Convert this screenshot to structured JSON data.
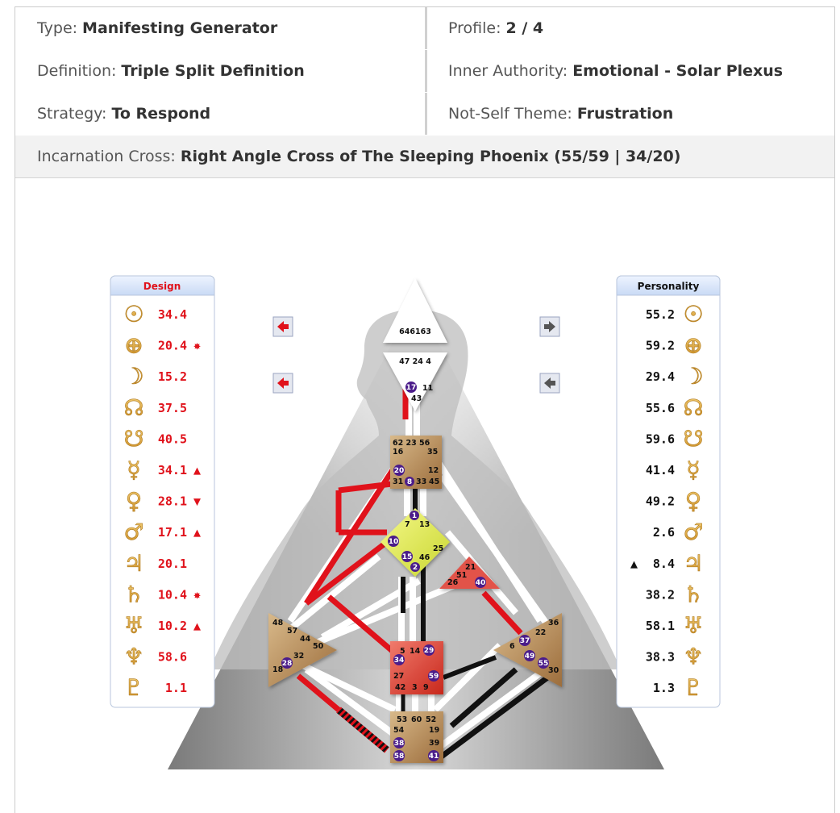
{
  "summary": {
    "type": {
      "label": "Type:",
      "value": "Manifesting Generator"
    },
    "profile": {
      "label": "Profile:",
      "value": "2 / 4"
    },
    "definition": {
      "label": "Definition:",
      "value": "Triple Split Definition"
    },
    "authority": {
      "label": "Inner Authority:",
      "value": "Emotional - Solar Plexus"
    },
    "strategy": {
      "label": "Strategy:",
      "value": "To Respond"
    },
    "not_self": {
      "label": "Not-Self Theme:",
      "value": "Frustration"
    },
    "cross": {
      "label": "Incarnation Cross:",
      "value": "Right Angle Cross of The Sleeping Phoenix (55/59 | 34/20)"
    }
  },
  "colors": {
    "design": "#e0121b",
    "personality": "#111111",
    "planet_glyph": "#d9a23c",
    "channel_red": "#e0121b",
    "center_defined": "#b98a55",
    "throat_g": "#e8f05a",
    "heart": "#e2524a",
    "sacral": "#e04a3c"
  },
  "design_panel": {
    "title": "Design",
    "rows": [
      {
        "icon": "sun-icon",
        "value": "34.4",
        "mark": ""
      },
      {
        "icon": "earth-icon",
        "value": "20.4",
        "mark": "✸"
      },
      {
        "icon": "moon-icon",
        "value": "15.2",
        "mark": ""
      },
      {
        "icon": "north-node-icon",
        "value": "37.5",
        "mark": ""
      },
      {
        "icon": "south-node-icon",
        "value": "40.5",
        "mark": ""
      },
      {
        "icon": "mercury-icon",
        "value": "34.1",
        "mark": "▲"
      },
      {
        "icon": "venus-icon",
        "value": "28.1",
        "mark": "▼"
      },
      {
        "icon": "mars-icon",
        "value": "17.1",
        "mark": "▲"
      },
      {
        "icon": "jupiter-icon",
        "value": "20.1",
        "mark": ""
      },
      {
        "icon": "saturn-icon",
        "value": "10.4",
        "mark": "✸"
      },
      {
        "icon": "uranus-icon",
        "value": "10.2",
        "mark": "▲"
      },
      {
        "icon": "neptune-icon",
        "value": "58.6",
        "mark": ""
      },
      {
        "icon": "pluto-icon",
        "value": "1.1",
        "mark": ""
      }
    ]
  },
  "personality_panel": {
    "title": "Personality",
    "rows": [
      {
        "icon": "sun-icon",
        "value": "55.2",
        "mark": ""
      },
      {
        "icon": "earth-icon",
        "value": "59.2",
        "mark": ""
      },
      {
        "icon": "moon-icon",
        "value": "29.4",
        "mark": ""
      },
      {
        "icon": "north-node-icon",
        "value": "55.6",
        "mark": ""
      },
      {
        "icon": "south-node-icon",
        "value": "59.6",
        "mark": ""
      },
      {
        "icon": "mercury-icon",
        "value": "41.4",
        "mark": ""
      },
      {
        "icon": "venus-icon",
        "value": "49.2",
        "mark": ""
      },
      {
        "icon": "mars-icon",
        "value": "2.6",
        "mark": ""
      },
      {
        "icon": "jupiter-icon",
        "value": "8.4",
        "mark": "▲"
      },
      {
        "icon": "saturn-icon",
        "value": "38.2",
        "mark": ""
      },
      {
        "icon": "uranus-icon",
        "value": "58.1",
        "mark": ""
      },
      {
        "icon": "neptune-icon",
        "value": "38.3",
        "mark": ""
      },
      {
        "icon": "pluto-icon",
        "value": "1.3",
        "mark": ""
      }
    ]
  },
  "glyphs": {
    "sun-icon": "☉",
    "earth-icon": "⊕",
    "moon-icon": "☽",
    "north-node-icon": "☊",
    "south-node-icon": "☋",
    "mercury-icon": "☿",
    "venus-icon": "♀",
    "mars-icon": "♂",
    "jupiter-icon": "♃",
    "saturn-icon": "♄",
    "uranus-icon": "♅",
    "neptune-icon": "♆",
    "pluto-icon": "♇"
  },
  "centers": {
    "head": [
      "64",
      "61",
      "63"
    ],
    "ajna": [
      "47",
      "24",
      "4",
      "17",
      "11",
      "43"
    ],
    "throat": [
      "62",
      "23",
      "56",
      "16",
      "35",
      "20",
      "12",
      "31",
      "8",
      "33",
      "45"
    ],
    "g": [
      "1",
      "7",
      "13",
      "10",
      "25",
      "15",
      "46",
      "2"
    ],
    "heart": [
      "21",
      "51",
      "26",
      "40"
    ],
    "spleen": [
      "48",
      "57",
      "44",
      "50",
      "32",
      "28",
      "18"
    ],
    "solar_plexus": [
      "36",
      "22",
      "37",
      "6",
      "49",
      "55",
      "30"
    ],
    "sacral": [
      "5",
      "14",
      "29",
      "34",
      "27",
      "59",
      "42",
      "3",
      "9"
    ],
    "root": [
      "53",
      "60",
      "52",
      "54",
      "19",
      "38",
      "39",
      "58",
      "41"
    ]
  },
  "activated_gates": [
    "17",
    "20",
    "8",
    "1",
    "10",
    "15",
    "2",
    "40",
    "28",
    "37",
    "49",
    "55",
    "29",
    "34",
    "59",
    "38",
    "58",
    "41"
  ],
  "nav": {
    "arrows": [
      "left",
      "left",
      "right",
      "left"
    ]
  }
}
